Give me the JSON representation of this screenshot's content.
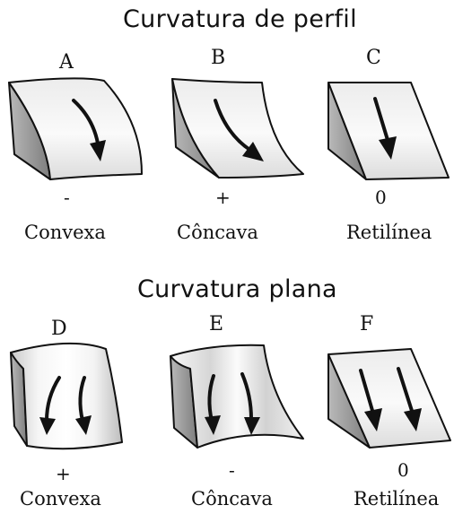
{
  "sections": [
    {
      "title": "Curvatura de perfil",
      "items": [
        {
          "letter": "A",
          "sign": "-",
          "name": "Convexa"
        },
        {
          "letter": "B",
          "sign": "+",
          "name": "Côncava"
        },
        {
          "letter": "C",
          "sign": "0",
          "name": "Retilínea"
        }
      ]
    },
    {
      "title": "Curvatura plana",
      "items": [
        {
          "letter": "D",
          "sign": "+",
          "name": "Convexa"
        },
        {
          "letter": "E",
          "sign": "-",
          "name": "Côncava"
        },
        {
          "letter": "F",
          "sign": "0",
          "name": "Retilínea"
        }
      ]
    }
  ],
  "icons": {
    "A": "profile-convex-slope-icon",
    "B": "profile-concave-slope-icon",
    "C": "profile-straight-slope-icon",
    "D": "plan-convex-slope-icon",
    "E": "plan-concave-slope-icon",
    "F": "plan-straight-slope-icon"
  },
  "colors": {
    "ink": "#111111",
    "face_light": "#f4f4f4",
    "face_shadow": "#9a9a9a",
    "side": "#a8a8a8"
  }
}
